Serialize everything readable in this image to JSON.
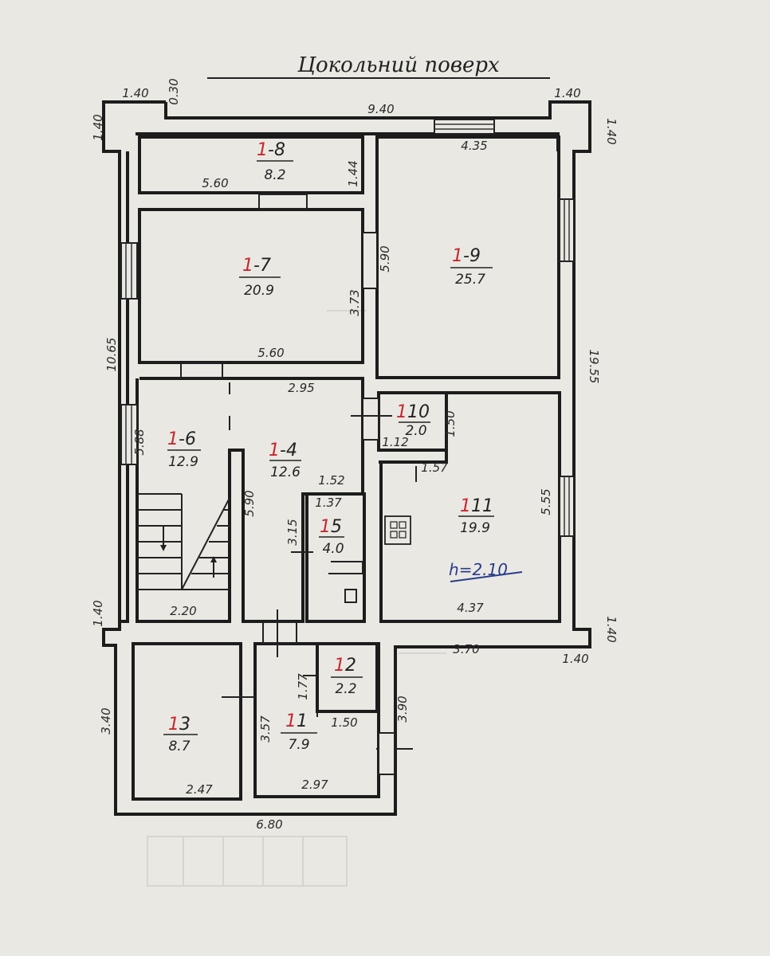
{
  "title": "Цокольний поверх",
  "rooms": [
    {
      "id": "1-8",
      "prefix": "1",
      "suffix": "-8",
      "area": "8.2"
    },
    {
      "id": "1-7",
      "prefix": "1",
      "suffix": "-7",
      "area": "20.9"
    },
    {
      "id": "1-9",
      "prefix": "1",
      "suffix": "-9",
      "area": "25.7"
    },
    {
      "id": "1-6",
      "prefix": "1",
      "suffix": "-6",
      "area": "12.9"
    },
    {
      "id": "1-4",
      "prefix": "1",
      "suffix": "-4",
      "area": "12.6"
    },
    {
      "id": "1-10",
      "prefix": "1",
      "suffix": "10",
      "area": "2.0"
    },
    {
      "id": "1-11",
      "prefix": "1",
      "suffix": "11",
      "area": "19.9"
    },
    {
      "id": "1-5",
      "prefix": "1",
      "suffix": "5",
      "area": "4.0"
    },
    {
      "id": "1-3",
      "prefix": "1",
      "suffix": "3",
      "area": "8.7"
    },
    {
      "id": "1-2",
      "prefix": "1",
      "suffix": "2",
      "area": "2.2"
    },
    {
      "id": "1-1",
      "prefix": "1",
      "suffix": "1",
      "area": "7.9"
    }
  ],
  "height_note": "h=2.10",
  "dimensions": {
    "top_left_offset": "1.40",
    "top_left_step": "0.30",
    "top_width": "9.40",
    "top_right_offset": "1.40",
    "left_top_step": "1.40",
    "right_top_step": "1.40",
    "r18_width": "5.60",
    "r18_height": "1.44",
    "r19_width": "4.35",
    "r17_height": "3.73",
    "r17_width": "5.60",
    "r19_height": "5.90",
    "left_total": "10.65",
    "right_total": "19.55",
    "r14_width": "2.95",
    "r16_height": "5.88",
    "r14_height": "5.90",
    "r110_dim_a": "1.12",
    "r110_dim_b": "1.57",
    "r110_dim_c": "1.50",
    "r15_width": "1.52",
    "r15_dim": "1.37",
    "r15_height": "3.15",
    "r111_height": "5.55",
    "r16_width": "2.20",
    "r111_width": "4.37",
    "left_mid_step": "1.40",
    "right_mid_step": "1.40",
    "bottom_right_width": "3.70",
    "right_mid_offset": "1.40",
    "r12_height": "1.77",
    "r11_width_top": "1.50",
    "r11_height": "3.57",
    "right_lower": "3.90",
    "left_lower": "3.40",
    "r13_width": "2.47",
    "r11_width": "2.97",
    "bottom_total": "6.80"
  }
}
